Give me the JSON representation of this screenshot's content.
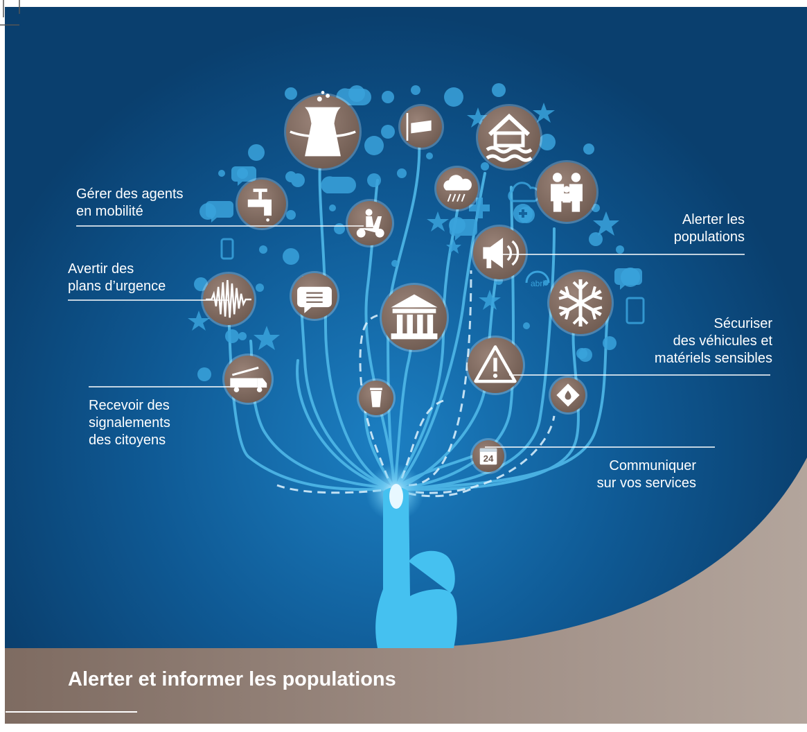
{
  "labels": {
    "gerer": "Gérer des agents\nen mobilité",
    "avertir": "Avertir des\nplans d’urgence",
    "recevoir": "Recevoir des\nsignalements\ndes citoyens",
    "alerter": "Alerter les\npopulations",
    "securiser": "Sécuriser\ndes véhicules et\nmatériels sensibles",
    "communiquer": "Communiquer\nsur vos services"
  },
  "banner": {
    "title": "Alerter et informer les populations"
  },
  "badges": {
    "calendar_day": "24",
    "abri": "abri"
  },
  "icons": [
    "power-plant-icon",
    "windsock-icon",
    "flood-house-icon",
    "family-icon",
    "water-tap-icon",
    "scooter-icon",
    "rain-cloud-icon",
    "megaphone-icon",
    "seismic-wave-icon",
    "chat-bubble-icon",
    "city-hall-icon",
    "snowflake-icon",
    "warning-icon",
    "fire-truck-icon",
    "trash-bin-icon",
    "hazard-icon",
    "calendar-icon",
    "pointing-hand-icon"
  ],
  "colors": {
    "background_dark": "#0a3f6e",
    "background_light": "#1a78b8",
    "circle": "#8a7469",
    "line": "#4fb8e8",
    "banner": "#9c8a80"
  }
}
